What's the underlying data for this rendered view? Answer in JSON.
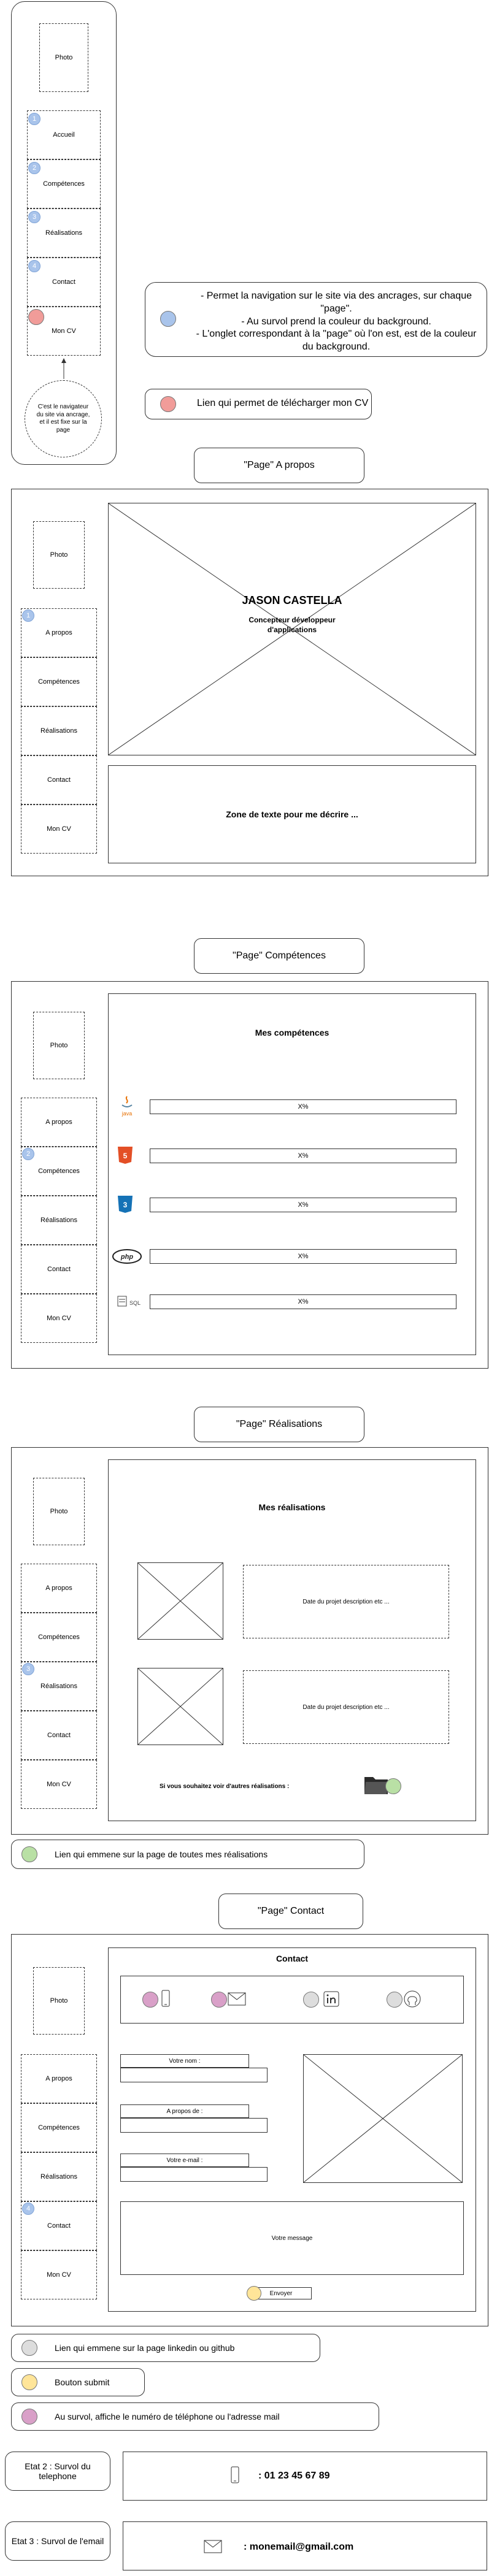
{
  "colors": {
    "blue": "#a9c4eb",
    "red": "#f19c99",
    "green": "#b9e0a5",
    "grey": "#dddddd",
    "yellow": "#ffe599",
    "pink": "#d9a0c8"
  },
  "mobile_nav": {
    "photo": "Photo",
    "items": [
      {
        "num": "1",
        "label": "Accueil"
      },
      {
        "num": "2",
        "label": "Compétences"
      },
      {
        "num": "3",
        "label": "Réalisations"
      },
      {
        "num": "4",
        "label": "Contact"
      },
      {
        "num": "",
        "label": "Mon CV"
      }
    ],
    "note": "C'est le navigateur du site via ancrage, et il est fixe sur la page"
  },
  "legend_nav": {
    "lines": [
      "- Permet la navigation sur le site via des ancrages, sur chaque \"page\".",
      "- Au survol prend la couleur du background.",
      "- L'onglet correspondant à la \"page\" où l'on est, est de la couleur du background."
    ]
  },
  "legend_cv": "Lien qui permet de télécharger mon CV",
  "page_apropos": {
    "title": "\"Page\" A propos",
    "photo": "Photo",
    "nav": [
      "A propos",
      "Compétences",
      "Réalisations",
      "Contact",
      "Mon CV"
    ],
    "num": "1",
    "name": "JASON CASTELLA",
    "subtitle": "Concepteur développeur d'applications",
    "text_zone": "Zone de texte pour me décrire ..."
  },
  "page_competences": {
    "title": "\"Page\" Compétences",
    "photo": "Photo",
    "nav": [
      "A propos",
      "Compétences",
      "Réalisations",
      "Contact",
      "Mon CV"
    ],
    "num": "2",
    "heading": "Mes compétences",
    "skills": [
      {
        "icon": "java-icon",
        "label": "java",
        "value": "X%"
      },
      {
        "icon": "html5-icon",
        "label": "5",
        "value": "X%"
      },
      {
        "icon": "css3-icon",
        "label": "3",
        "value": "X%"
      },
      {
        "icon": "php-icon",
        "label": "php",
        "value": "X%"
      },
      {
        "icon": "sql-icon",
        "label": "SQL",
        "value": "X%"
      }
    ]
  },
  "page_realisations": {
    "title": "\"Page\" Réalisations",
    "photo": "Photo",
    "nav": [
      "A propos",
      "Compétences",
      "Réalisations",
      "Contact",
      "Mon CV"
    ],
    "num": "3",
    "heading": "Mes réalisations",
    "projects": [
      "Date du projet description etc ...",
      "Date du projet description etc ..."
    ],
    "more": "Si vous souhaitez voir d'autres réalisations :"
  },
  "legend_realisations": "Lien qui emmene sur la page de toutes mes réalisations",
  "page_contact": {
    "title": "\"Page\" Contact",
    "photo": "Photo",
    "nav": [
      "A propos",
      "Compétences",
      "Réalisations",
      "Contact",
      "Mon CV"
    ],
    "num": "4",
    "heading": "Contact",
    "fields": [
      "Votre nom :",
      "A propos de :",
      "Votre e-mail :"
    ],
    "message": "Votre message",
    "submit": "Envoyer"
  },
  "legend_grey": "Lien qui emmene sur la page linkedin ou github",
  "legend_yellow": "Bouton submit",
  "legend_pink": "Au survol, affiche le numéro de téléphone ou l'adresse mail",
  "state2": {
    "label": "Etat 2 : Survol du telephone",
    "value": ": 01 23 45 67 89"
  },
  "state3": {
    "label": "Etat 3 : Survol de l'email",
    "value": ": monemail@gmail.com"
  }
}
